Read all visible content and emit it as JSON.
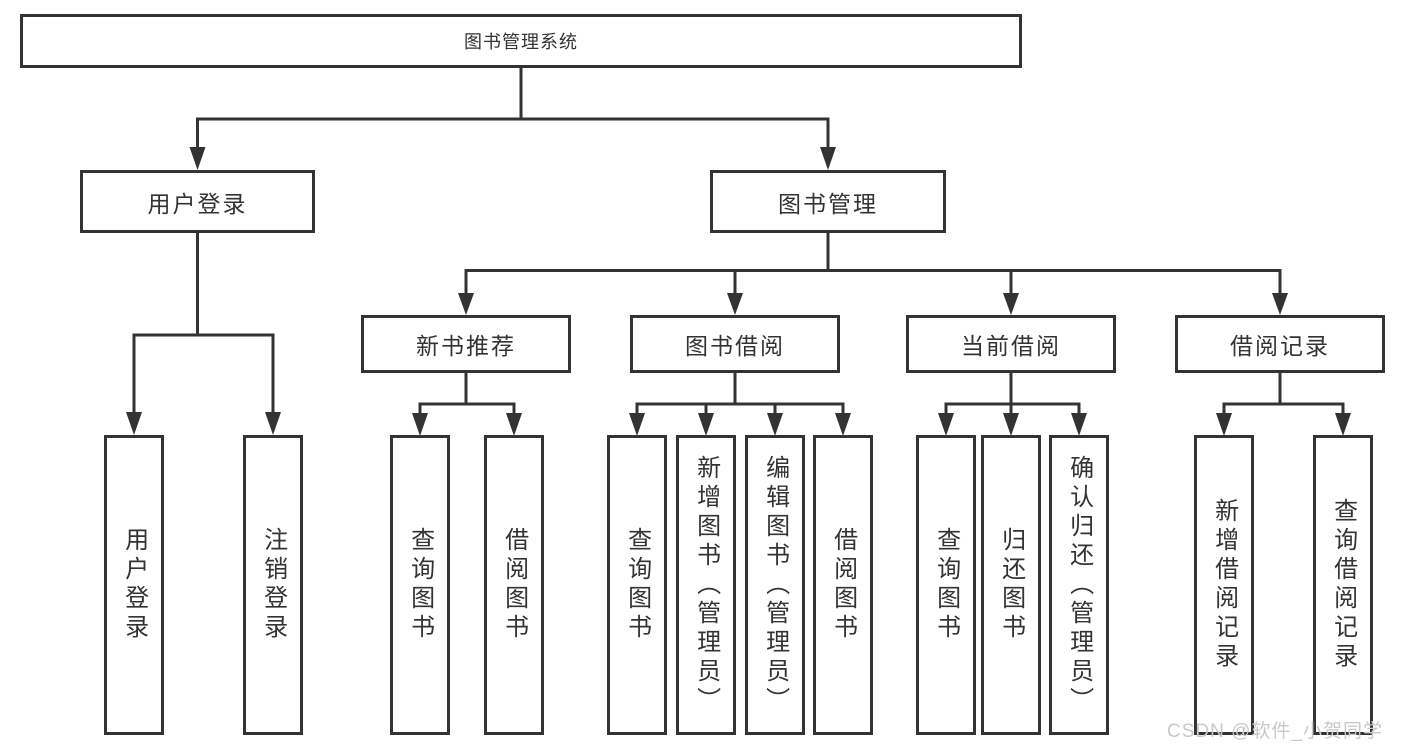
{
  "diagram_type": "hierarchy-tree",
  "tree": {
    "label": "图书管理系统",
    "children": [
      {
        "label": "用户登录",
        "children": [
          {
            "label": "用户登录"
          },
          {
            "label": "注销登录"
          }
        ]
      },
      {
        "label": "图书管理",
        "children": [
          {
            "label": "新书推荐",
            "children": [
              {
                "label": "查询图书"
              },
              {
                "label": "借阅图书"
              }
            ]
          },
          {
            "label": "图书借阅",
            "children": [
              {
                "label": "查询图书"
              },
              {
                "label": "新增图书（管理员）"
              },
              {
                "label": "编辑图书（管理员）"
              },
              {
                "label": "借阅图书"
              }
            ]
          },
          {
            "label": "当前借阅",
            "children": [
              {
                "label": "查询图书"
              },
              {
                "label": "归还图书"
              },
              {
                "label": "确认归还（管理员）"
              }
            ]
          },
          {
            "label": "借阅记录",
            "children": [
              {
                "label": "新增借阅记录"
              },
              {
                "label": "查询借阅记录"
              }
            ]
          }
        ]
      }
    ]
  },
  "watermark": "CSDN @软件_小贺同学",
  "colors": {
    "line": "#333333",
    "text": "#333333",
    "background": "#ffffff",
    "watermark": "#c9c9c9"
  }
}
